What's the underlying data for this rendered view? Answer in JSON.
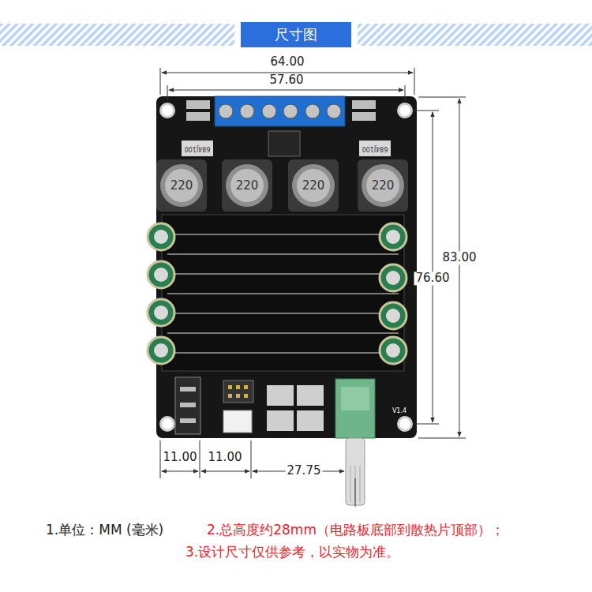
{
  "diagram": {
    "title": "尺寸图",
    "labels": [
      "64.00",
      "57.60",
      "83.00",
      "76.60",
      "11.00",
      "11.00",
      "27.75",
      "220",
      "220",
      "220",
      "220",
      "684J100",
      "684J100",
      "V1.4",
      "1.单位：MM (毫米)",
      "2.总高度约28mm（电路板底部到散热片顶部）；",
      "3.设计尺寸仅供参考，以实物为准。"
    ]
  }
}
